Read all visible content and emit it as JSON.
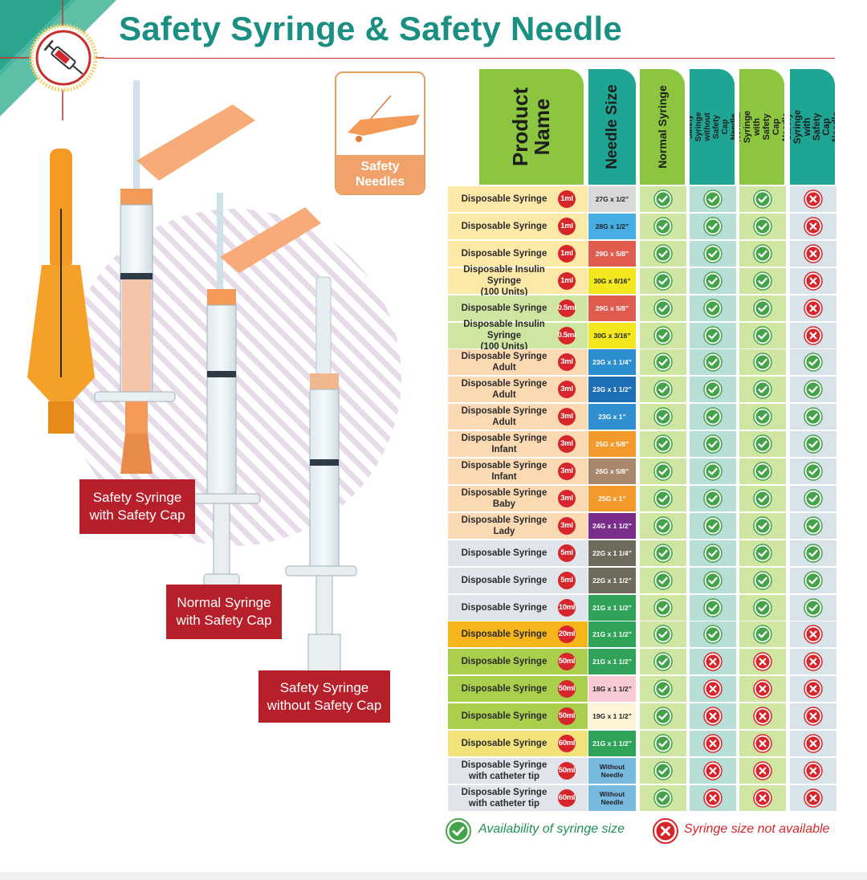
{
  "title": "Safety Syringe & Safety Needle",
  "safety_needles_caption": "Safety\nNeedles",
  "illustration_labels": [
    {
      "text": "Safety Syringe\nwith Safety Cap"
    },
    {
      "text": "Normal Syringe\nwith Safety Cap"
    },
    {
      "text": "Safety Syringe\nwithout Safety Cap"
    }
  ],
  "table": {
    "headers": {
      "product": "Product\nName",
      "needle": "Needle Size",
      "col1": "Normal Syringe",
      "col2": "Safety Syringe  without\nSafety Cap Needle",
      "col3": "Normal Syringe  with\nSafety Cap Needle",
      "col4": "Safety Syringe with\nSafety Cap Needle"
    },
    "colors": {
      "product_header": "#8cc63f",
      "needle_header": "#1fa594",
      "normal_header": "#8cc63f",
      "safety_no_cap_header": "#1fa594",
      "normal_cap_header": "#8cc63f",
      "safety_cap_header": "#1fa594",
      "normal_col_bg": "#cfe6a3",
      "safety_no_cap_bg": "#b7dfd7",
      "normal_cap_bg": "#cfe6a3",
      "safety_cap_bg": "#d8e3ea",
      "check": "#44a348",
      "cross": "#d7262b"
    },
    "rows": [
      {
        "name": "Disposable Syringe",
        "size": "1ml",
        "needle": "27G x 1/2”",
        "name_bg": "#fce9a8",
        "needle_bg": "#d9d9d9",
        "needle_fg": "#222222",
        "marks": [
          true,
          true,
          true,
          false
        ]
      },
      {
        "name": "Disposable Syringe",
        "size": "1ml",
        "needle": "28G x 1/2”",
        "name_bg": "#fce9a8",
        "needle_bg": "#46aee3",
        "needle_fg": "#222222",
        "marks": [
          true,
          true,
          true,
          false
        ]
      },
      {
        "name": "Disposable Syringe",
        "size": "1ml",
        "needle": "29G x 5/8”",
        "name_bg": "#fce9a8",
        "needle_bg": "#e05a4e",
        "needle_fg": "#ffffff",
        "marks": [
          true,
          true,
          true,
          false
        ]
      },
      {
        "name": "Disposable Insulin Syringe\n(100 Units)",
        "size": "1ml",
        "needle": "30G x 8/16”",
        "name_bg": "#fce9a8",
        "needle_bg": "#f5e71e",
        "needle_fg": "#222222",
        "marks": [
          true,
          true,
          true,
          false
        ]
      },
      {
        "name": "Disposable Syringe",
        "size": "0.5ml",
        "needle": "29G x 5/8”",
        "name_bg": "#cfe6a3",
        "needle_bg": "#e05a4e",
        "needle_fg": "#ffffff",
        "marks": [
          true,
          true,
          true,
          false
        ]
      },
      {
        "name": "Disposable Insulin Syringe\n(100 Units)",
        "size": "0.5ml",
        "needle": "30G x 3/16”",
        "name_bg": "#cfe6a3",
        "needle_bg": "#f5e71e",
        "needle_fg": "#222222",
        "marks": [
          true,
          true,
          true,
          false
        ]
      },
      {
        "name": "Disposable Syringe\nAdult",
        "size": "3ml",
        "needle": "23G x 1 1/4”",
        "name_bg": "#fbd9b3",
        "needle_bg": "#2b8fcf",
        "needle_fg": "#ffffff",
        "marks": [
          true,
          true,
          true,
          true
        ]
      },
      {
        "name": "Disposable Syringe\nAdult",
        "size": "3ml",
        "needle": "23G x 1 1/2”",
        "name_bg": "#fbd9b3",
        "needle_bg": "#1f6fb4",
        "needle_fg": "#ffffff",
        "marks": [
          true,
          true,
          true,
          true
        ]
      },
      {
        "name": "Disposable Syringe\nAdult",
        "size": "3ml",
        "needle": "23G x 1”",
        "name_bg": "#fbd9b3",
        "needle_bg": "#2f8fd0",
        "needle_fg": "#ffffff",
        "marks": [
          true,
          true,
          true,
          true
        ]
      },
      {
        "name": "Disposable Syringe\nInfant",
        "size": "3ml",
        "needle": "25G x 5/8”",
        "name_bg": "#fbd9b3",
        "needle_bg": "#f39a2b",
        "needle_fg": "#ffffff",
        "marks": [
          true,
          true,
          true,
          true
        ]
      },
      {
        "name": "Disposable Syringe\nInfant",
        "size": "3ml",
        "needle": "26G x 5/8”",
        "name_bg": "#fbd9b3",
        "needle_bg": "#a8876a",
        "needle_fg": "#ffffff",
        "marks": [
          true,
          true,
          true,
          true
        ]
      },
      {
        "name": "Disposable Syringe\nBaby",
        "size": "3ml",
        "needle": "25G x 1”",
        "name_bg": "#fbd9b3",
        "needle_bg": "#f39a2b",
        "needle_fg": "#ffffff",
        "marks": [
          true,
          true,
          true,
          true
        ]
      },
      {
        "name": "Disposable Syringe\nLady",
        "size": "3ml",
        "needle": "24G x 1 1/2”",
        "name_bg": "#fbd9b3",
        "needle_bg": "#7b2d8b",
        "needle_fg": "#ffffff",
        "marks": [
          true,
          true,
          true,
          true
        ]
      },
      {
        "name": "Disposable Syringe",
        "size": "5ml",
        "needle": "22G x 1 1/4”",
        "name_bg": "#dfe5ea",
        "needle_bg": "#6e6a5c",
        "needle_fg": "#ffffff",
        "marks": [
          true,
          true,
          true,
          true
        ]
      },
      {
        "name": "Disposable Syringe",
        "size": "5ml",
        "needle": "22G x 1 1/2”",
        "name_bg": "#dfe5ea",
        "needle_bg": "#6e6a5c",
        "needle_fg": "#ffffff",
        "marks": [
          true,
          true,
          true,
          true
        ]
      },
      {
        "name": "Disposable Syringe",
        "size": "10ml",
        "needle": "21G x 1 1/2”",
        "name_bg": "#dfe5ea",
        "needle_bg": "#2fa357",
        "needle_fg": "#ffffff",
        "marks": [
          true,
          true,
          true,
          true
        ]
      },
      {
        "name": "Disposable Syringe",
        "size": "20ml",
        "needle": "21G x 1 1/2”",
        "name_bg": "#f6b51b",
        "needle_bg": "#2fa357",
        "needle_fg": "#ffffff",
        "marks": [
          true,
          true,
          true,
          false
        ]
      },
      {
        "name": "Disposable Syringe",
        "size": "50ml",
        "needle": "21G x 1 1/2”",
        "name_bg": "#a9cf4d",
        "needle_bg": "#2fa357",
        "needle_fg": "#ffffff",
        "marks": [
          true,
          false,
          false,
          false
        ]
      },
      {
        "name": "Disposable Syringe",
        "size": "50ml",
        "needle": "18G x 1 1/2”",
        "name_bg": "#a9cf4d",
        "needle_bg": "#f7cad5",
        "needle_fg": "#222222",
        "marks": [
          true,
          false,
          false,
          false
        ]
      },
      {
        "name": "Disposable Syringe",
        "size": "50ml",
        "needle": "19G x 1 1/2”",
        "name_bg": "#a9cf4d",
        "needle_bg": "#fdf3d6",
        "needle_fg": "#222222",
        "marks": [
          true,
          false,
          false,
          false
        ]
      },
      {
        "name": "Disposable Syringe",
        "size": "60ml",
        "needle": "21G x 1 1/2”",
        "name_bg": "#f1e27a",
        "needle_bg": "#2fa357",
        "needle_fg": "#ffffff",
        "marks": [
          true,
          false,
          false,
          false
        ]
      },
      {
        "name": "Disposable Syringe\nwith catheter tip",
        "size": "50ml",
        "needle": "Without\nNeedle",
        "name_bg": "#dfe5ea",
        "needle_bg": "#78b9e0",
        "needle_fg": "#222222",
        "marks": [
          true,
          false,
          false,
          false
        ]
      },
      {
        "name": "Disposable Syringe\nwith catheter tip",
        "size": "60ml",
        "needle": "Without\nNeedle",
        "name_bg": "#dfe5ea",
        "needle_bg": "#78b9e0",
        "needle_fg": "#222222",
        "marks": [
          true,
          false,
          false,
          false
        ]
      }
    ]
  },
  "legend": {
    "available": "Availability of syringe size",
    "not_available": "Syringe size not available"
  }
}
